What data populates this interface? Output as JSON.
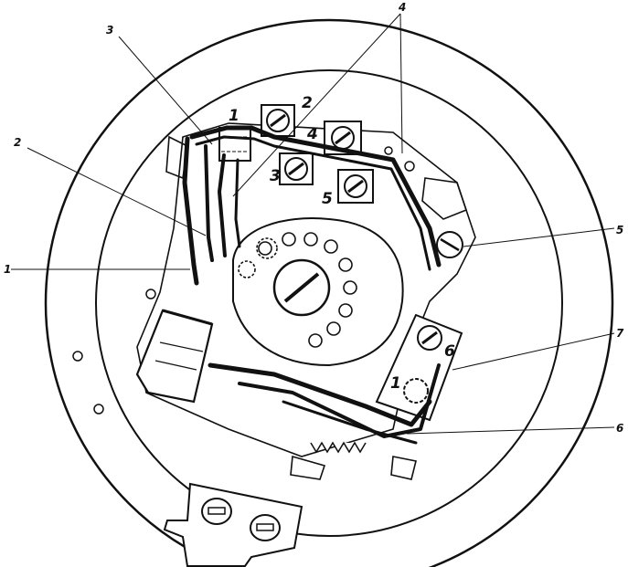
{
  "callouts": {
    "left_3": "3",
    "left_2": "2",
    "left_1": "1",
    "top_4": "4",
    "right_5": "5",
    "right_7": "7",
    "right_6": "6"
  },
  "inner_numbers": {
    "n1_top": "1",
    "n2_top": "2",
    "n3_top": "3",
    "n4_top": "4",
    "n5_top": "5",
    "n6_right": "6",
    "n1_right": "1"
  },
  "colors": {
    "ink": "#111111",
    "paper": "#ffffff"
  }
}
